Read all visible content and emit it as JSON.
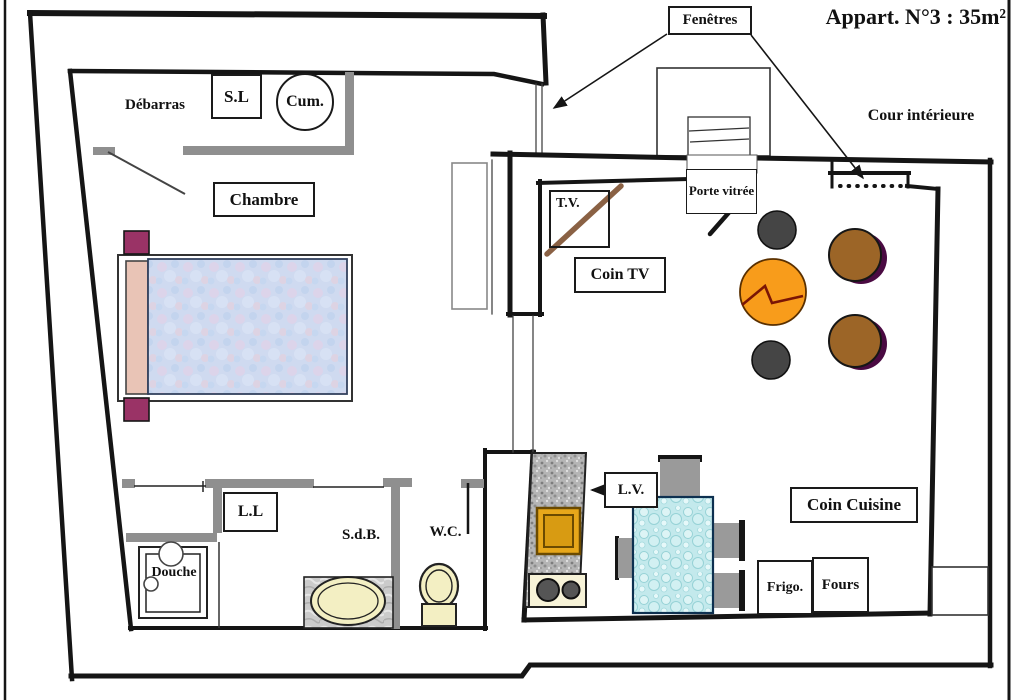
{
  "title": "Appart. N°3 : 35m²",
  "labels": {
    "fenetres": "Fenêtres",
    "cour_interieure": "Cour intérieure",
    "debarras": "Débarras",
    "sl": "S.L",
    "cum": "Cum.",
    "chambre": "Chambre",
    "tv": "T.V.",
    "coin_tv": "Coin TV",
    "porte_vitree": "Porte vitrée",
    "ll": "L.L",
    "sdb": "S.d.B.",
    "wc": "W.C.",
    "douche": "Douche",
    "lv": "L.V.",
    "coin_cuisine": "Coin Cuisine",
    "frigo": "Frigo.",
    "fours": "Fours"
  },
  "colors": {
    "wall": "#151515",
    "wall_gray": "#8f8f8f",
    "mattress": "#cfdaf0",
    "headboard": "#e9c4b6",
    "nightstand": "#9a3366",
    "table_orange": "#f89c1b",
    "table_zigzag": "#7a1505",
    "stool_dark": "#454545",
    "chair_brown": "#9c6527",
    "chair_shadow": "#4a0a42",
    "kitchen_table": "#c3e9ec",
    "chair_gray": "#9a9a9a",
    "counter_granite": "#b5b5b5",
    "fixture_cream": "#f3efc3",
    "sink_orange": "#e7a71a",
    "tv_line": "#8a6144"
  }
}
